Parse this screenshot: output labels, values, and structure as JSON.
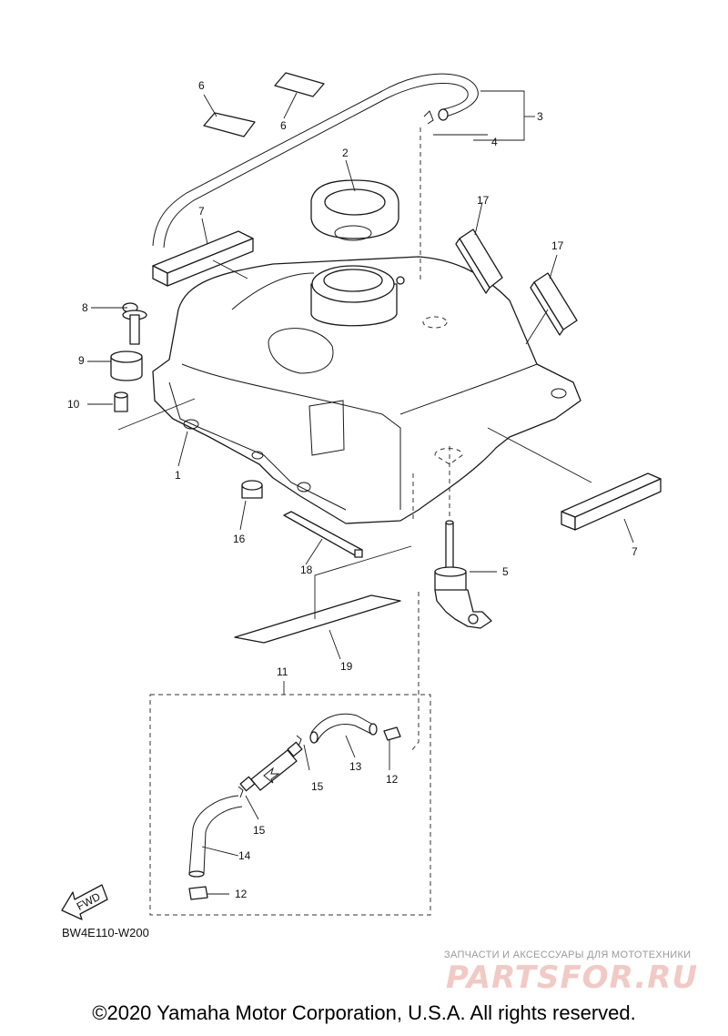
{
  "diagram": {
    "callouts": [
      {
        "id": "c1",
        "label": "1"
      },
      {
        "id": "c2",
        "label": "2"
      },
      {
        "id": "c3",
        "label": "3"
      },
      {
        "id": "c4",
        "label": "4"
      },
      {
        "id": "c5",
        "label": "5"
      },
      {
        "id": "c6a",
        "label": "6"
      },
      {
        "id": "c6b",
        "label": "6"
      },
      {
        "id": "c7a",
        "label": "7"
      },
      {
        "id": "c7b",
        "label": "7"
      },
      {
        "id": "c8",
        "label": "8"
      },
      {
        "id": "c9",
        "label": "9"
      },
      {
        "id": "c10",
        "label": "10"
      },
      {
        "id": "c11",
        "label": "11"
      },
      {
        "id": "c12a",
        "label": "12"
      },
      {
        "id": "c12b",
        "label": "12"
      },
      {
        "id": "c13",
        "label": "13"
      },
      {
        "id": "c14",
        "label": "14"
      },
      {
        "id": "c15a",
        "label": "15"
      },
      {
        "id": "c15b",
        "label": "15"
      },
      {
        "id": "c16",
        "label": "16"
      },
      {
        "id": "c17a",
        "label": "17"
      },
      {
        "id": "c17b",
        "label": "17"
      },
      {
        "id": "c18",
        "label": "18"
      },
      {
        "id": "c19",
        "label": "19"
      }
    ],
    "fwd_label": "FWD",
    "code": "BW4E110-W200"
  },
  "watermark": {
    "tagline": "ЗАПЧАСТИ И АКСЕССУАРЫ ДЛЯ МОТОТЕХНИКИ",
    "logo": "PARTSFOR.RU"
  },
  "footer": {
    "copyright": "©2020 Yamaha Motor Corporation, U.S.A. All rights reserved."
  }
}
